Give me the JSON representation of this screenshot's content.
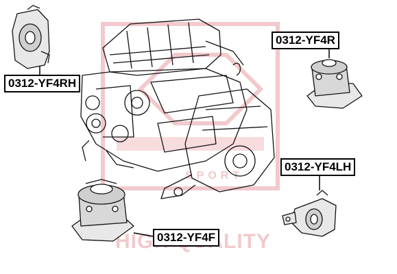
{
  "labels": {
    "rh": "0312-YF4RH",
    "r": "0312-YF4R",
    "lh": "0312-YF4LH",
    "f": "0312-YF4F"
  },
  "watermark": {
    "quality": "HIGH QUALITY",
    "sport": "SPORT",
    "color": "#f2c9cc"
  }
}
